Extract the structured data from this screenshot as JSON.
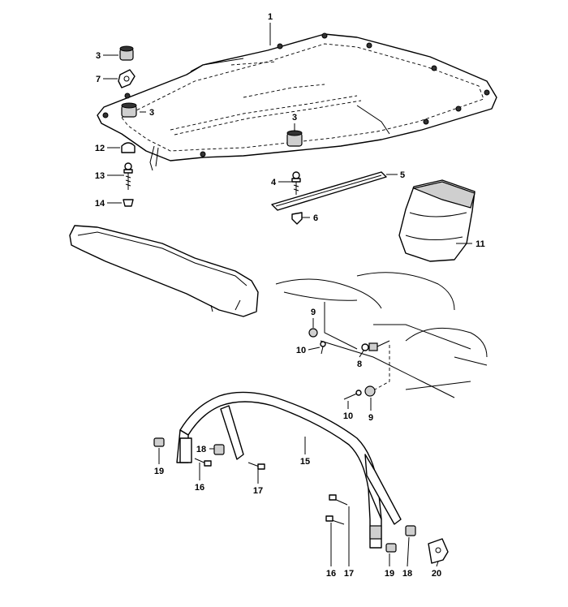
{
  "callouts": [
    {
      "id": "c1",
      "label": "1"
    },
    {
      "id": "c3a",
      "label": "3"
    },
    {
      "id": "c7",
      "label": "7"
    },
    {
      "id": "c3b",
      "label": "3"
    },
    {
      "id": "c3c",
      "label": "3"
    },
    {
      "id": "c12",
      "label": "12"
    },
    {
      "id": "c13",
      "label": "13"
    },
    {
      "id": "c14",
      "label": "14"
    },
    {
      "id": "c4",
      "label": "4"
    },
    {
      "id": "c5",
      "label": "5"
    },
    {
      "id": "c6",
      "label": "6"
    },
    {
      "id": "c11",
      "label": "11"
    },
    {
      "id": "c9a",
      "label": "9"
    },
    {
      "id": "c10a",
      "label": "10"
    },
    {
      "id": "c8",
      "label": "8"
    },
    {
      "id": "c10b",
      "label": "10"
    },
    {
      "id": "c9b",
      "label": "9"
    },
    {
      "id": "c18a",
      "label": "18"
    },
    {
      "id": "c15",
      "label": "15"
    },
    {
      "id": "c19a",
      "label": "19"
    },
    {
      "id": "c16a",
      "label": "16"
    },
    {
      "id": "c17a",
      "label": "17"
    },
    {
      "id": "c16b",
      "label": "16"
    },
    {
      "id": "c17b",
      "label": "17"
    },
    {
      "id": "c19b",
      "label": "19"
    },
    {
      "id": "c18b",
      "label": "18"
    },
    {
      "id": "c20",
      "label": "20"
    }
  ]
}
